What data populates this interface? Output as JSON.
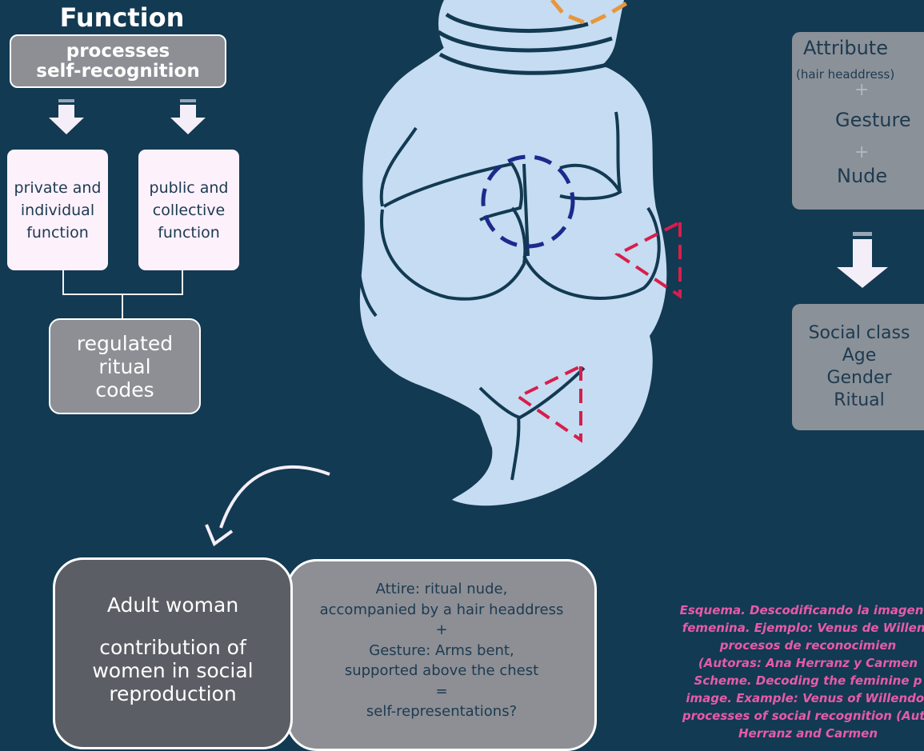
{
  "left": {
    "title": "Function",
    "processes": [
      "processes",
      "self-recognition"
    ],
    "private": [
      "private and",
      "individual",
      "function"
    ],
    "public": [
      "public and",
      "collective",
      "function"
    ],
    "regulated": [
      "regulated",
      "ritual",
      "codes"
    ]
  },
  "right": {
    "attribute": "Attribute",
    "attribute_note": "(hair headdress)",
    "plus": "+",
    "gesture": "Gesture",
    "nude": "Nude",
    "social": [
      "Social class",
      "Age",
      "Gender",
      "Ritual"
    ]
  },
  "bottom": {
    "adult_title": "Adult woman",
    "adult_text": [
      "contribution of",
      "women in social",
      "reproduction"
    ],
    "attire": [
      "Attire: ritual nude,",
      "accompanied by a hair headdress",
      "+",
      "Gesture: Arms bent,",
      "supported above the chest",
      "=",
      "self-representations?"
    ]
  },
  "caption": [
    "Esquema. Descodificando la imagen p",
    "femenina. Ejemplo: Venus de Willend",
    "procesos de reconocimien",
    "(Autoras: Ana Herranz y Carmen",
    "Scheme. Decoding the feminine p",
    "image. Example: Venus of Willendor",
    "processes of social recognition (Auth",
    "Herranz and Carmen"
  ],
  "colors": {
    "background": "#123a52",
    "figure": "#c5dcf2",
    "outline": "#123a52",
    "gesture_marker": "#1b2a8c",
    "nude_marker": "#d81e4c",
    "attribute_marker": "#e8963a",
    "caption": "#e85aa8"
  }
}
